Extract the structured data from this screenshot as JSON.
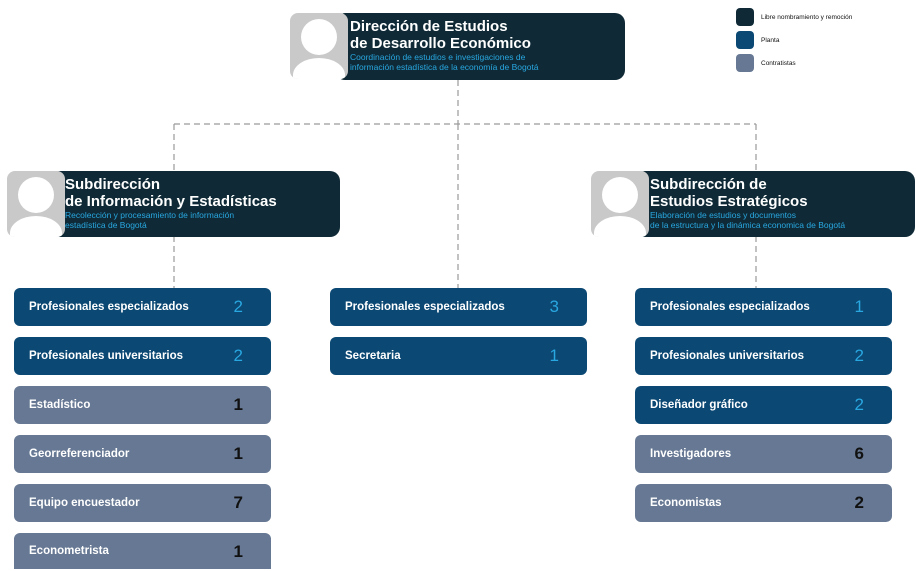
{
  "legend": [
    {
      "label": "Libre nombramiento y remoción",
      "color": "#0f2a36"
    },
    {
      "label": "Planta",
      "color": "#0b4873"
    },
    {
      "label": "Contratistas",
      "color": "#667893"
    }
  ],
  "direccion": {
    "title_l1": "Dirección de Estudios",
    "title_l2": "de Desarrollo Económico",
    "desc_l1": "Coordinación de estudios e investigaciones de",
    "desc_l2": "información estadística de la economía de Bogotá"
  },
  "sub_info": {
    "title_l1": "Subdirección",
    "title_l2": "de Información y Estadísticas",
    "desc_l1": "Recolección y procesamiento de información",
    "desc_l2": "estadística de Bogotá"
  },
  "sub_estrat": {
    "title_l1": "Subdirección de",
    "title_l2": "Estudios Estratégicos",
    "desc_l1": "Elaboración de estudios y documentos",
    "desc_l2": "de la estructura y la dinámica economica de Bogotá"
  },
  "left_roles": [
    {
      "label": "Profesionales especializados",
      "count": "2",
      "type": "planta"
    },
    {
      "label": "Profesionales universitarios",
      "count": "2",
      "type": "planta"
    },
    {
      "label": "Estadístico",
      "count": "1",
      "type": "contratista"
    },
    {
      "label": "Georreferenciador",
      "count": "1",
      "type": "contratista"
    },
    {
      "label": "Equipo encuestador",
      "count": "7",
      "type": "contratista"
    },
    {
      "label": "Econometrista",
      "count": "1",
      "type": "contratista"
    }
  ],
  "center_roles": [
    {
      "label": "Profesionales especializados",
      "count": "3",
      "type": "planta"
    },
    {
      "label": "Secretaria",
      "count": "1",
      "type": "planta"
    }
  ],
  "right_roles": [
    {
      "label": "Profesionales especializados",
      "count": "1",
      "type": "planta"
    },
    {
      "label": "Profesionales universitarios",
      "count": "2",
      "type": "planta"
    },
    {
      "label": "Diseñador gráfico",
      "count": "2",
      "type": "planta"
    },
    {
      "label": "Investigadores",
      "count": "6",
      "type": "contratista"
    },
    {
      "label": "Economistas",
      "count": "2",
      "type": "contratista"
    }
  ]
}
